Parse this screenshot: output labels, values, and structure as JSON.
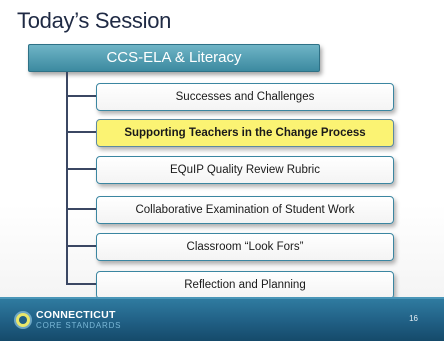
{
  "slide": {
    "title": "Today’s Session",
    "header": "CCS-ELA & Literacy",
    "items": [
      {
        "label": "Successes and Challenges"
      },
      {
        "label": "Supporting Teachers in the Change Process"
      },
      {
        "label": "EQuIP Quality Review Rubric"
      },
      {
        "label": "Collaborative Examination of Student Work"
      },
      {
        "label": "Classroom “Look Fors”"
      },
      {
        "label": "Reflection and Planning"
      }
    ],
    "highlighted_item_index": 1,
    "highlight_color": "#fbf373"
  },
  "footer": {
    "logo_line1": "CONNECTICUT",
    "logo_line2": "CORE STANDARDS",
    "page_number": "16",
    "bar_color": "#205f84"
  }
}
